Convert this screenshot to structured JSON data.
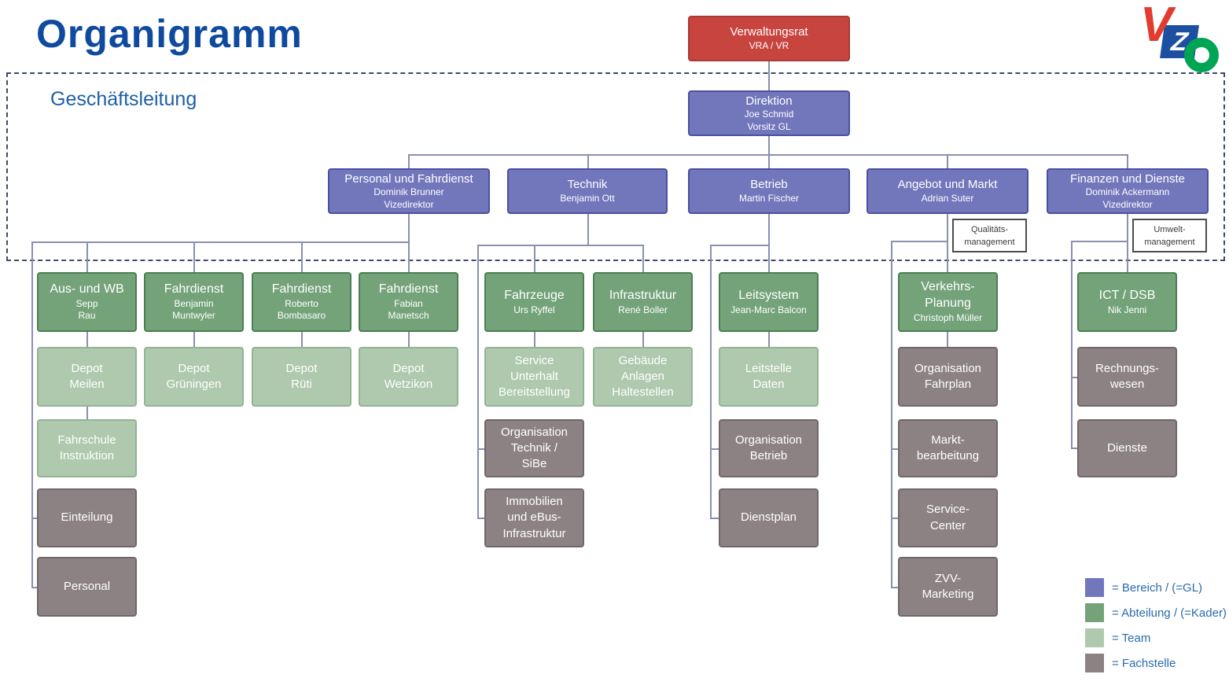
{
  "page": {
    "title": "Organigramm",
    "section_label": "Geschäftsleitung"
  },
  "logo": {
    "letter_v": "V",
    "letter_z": "Z"
  },
  "colors": {
    "verwaltungsrat_red": "#C8443F",
    "bereich_blue": "#7277BC",
    "abteilung_green": "#74A37A",
    "team_lightgreen": "#AFC9AE",
    "fachstelle_gray": "#8C8284",
    "title_blue": "#0F4A9E",
    "connector": "#8a90ae"
  },
  "nodes": {
    "verwaltungsrat": {
      "title": "Verwaltungsrat",
      "sub": "VRA / VR"
    },
    "direktion": {
      "title": "Direktion",
      "sub": "Joe Schmid\nVorsitz GL"
    },
    "personal_fahrdienst": {
      "title": "Personal und Fahrdienst",
      "sub": "Dominik Brunner\nVizedirektor"
    },
    "technik": {
      "title": "Technik",
      "sub": "Benjamin Ott"
    },
    "betrieb": {
      "title": "Betrieb",
      "sub": "Martin Fischer"
    },
    "angebot_markt": {
      "title": "Angebot und Markt",
      "sub": "Adrian Suter"
    },
    "finanzen_dienste": {
      "title": "Finanzen und Dienste",
      "sub": "Dominik Ackermann\nVizedirektor"
    },
    "qualitaetsmanagement": {
      "title": "Qualitäts-\nmanagement"
    },
    "umweltmanagement": {
      "title": "Umwelt-\nmanagement"
    },
    "aus_und_wb": {
      "title": "Aus- und WB",
      "sub": "Sepp\nRau"
    },
    "fahrdienst_muntwyler": {
      "title": "Fahrdienst",
      "sub": "Benjamin\nMuntwyler"
    },
    "fahrdienst_bombasaro": {
      "title": "Fahrdienst",
      "sub": "Roberto\nBombasaro"
    },
    "fahrdienst_manetsch": {
      "title": "Fahrdienst",
      "sub": "Fabian\nManetsch"
    },
    "fahrzeuge": {
      "title": "Fahrzeuge",
      "sub": "Urs Ryffel"
    },
    "infrastruktur": {
      "title": "Infrastruktur",
      "sub": "René Boller"
    },
    "leitsystem": {
      "title": "Leitsystem",
      "sub": "Jean-Marc Balcon"
    },
    "verkehrsplanung": {
      "title": "Verkehrs-\nPlanung",
      "sub": "Christoph Müller"
    },
    "ict_dsb": {
      "title": "ICT / DSB",
      "sub": "Nik Jenni"
    },
    "depot_meilen": {
      "title": "Depot\nMeilen"
    },
    "depot_grueningen": {
      "title": "Depot\nGrüningen"
    },
    "depot_rueti": {
      "title": "Depot\nRüti"
    },
    "depot_wetzikon": {
      "title": "Depot\nWetzikon"
    },
    "service_unterhalt": {
      "title": "Service\nUnterhalt\nBereitstellung"
    },
    "gebaeude_anlagen": {
      "title": "Gebäude\nAnlagen\nHaltestellen"
    },
    "leitstelle_daten": {
      "title": "Leitstelle\nDaten"
    },
    "organisation_fahrplan": {
      "title": "Organisation\nFahrplan"
    },
    "rechnungswesen": {
      "title": "Rechnungs-\nwesen"
    },
    "fahrschule": {
      "title": "Fahrschule\nInstruktion"
    },
    "organisation_technik": {
      "title": "Organisation\nTechnik /\nSiBe"
    },
    "organisation_betrieb": {
      "title": "Organisation\nBetrieb"
    },
    "marktbearbeitung": {
      "title": "Markt-\nbearbeitung"
    },
    "dienste": {
      "title": "Dienste"
    },
    "einteilung": {
      "title": "Einteilung"
    },
    "immobilien": {
      "title": "Immobilien\nund eBus-\nInfrastruktur"
    },
    "dienstplan": {
      "title": "Dienstplan"
    },
    "service_center": {
      "title": "Service-\nCenter"
    },
    "personal": {
      "title": "Personal"
    },
    "zvv_marketing": {
      "title": "ZVV-\nMarketing"
    }
  },
  "legend": {
    "items": [
      {
        "label": "= Bereich / (=GL)",
        "color": "#7277BC"
      },
      {
        "label": "= Abteilung / (=Kader)",
        "color": "#74A37A"
      },
      {
        "label": "= Team",
        "color": "#AFC9AE"
      },
      {
        "label": "= Fachstelle",
        "color": "#8C8284"
      }
    ]
  }
}
